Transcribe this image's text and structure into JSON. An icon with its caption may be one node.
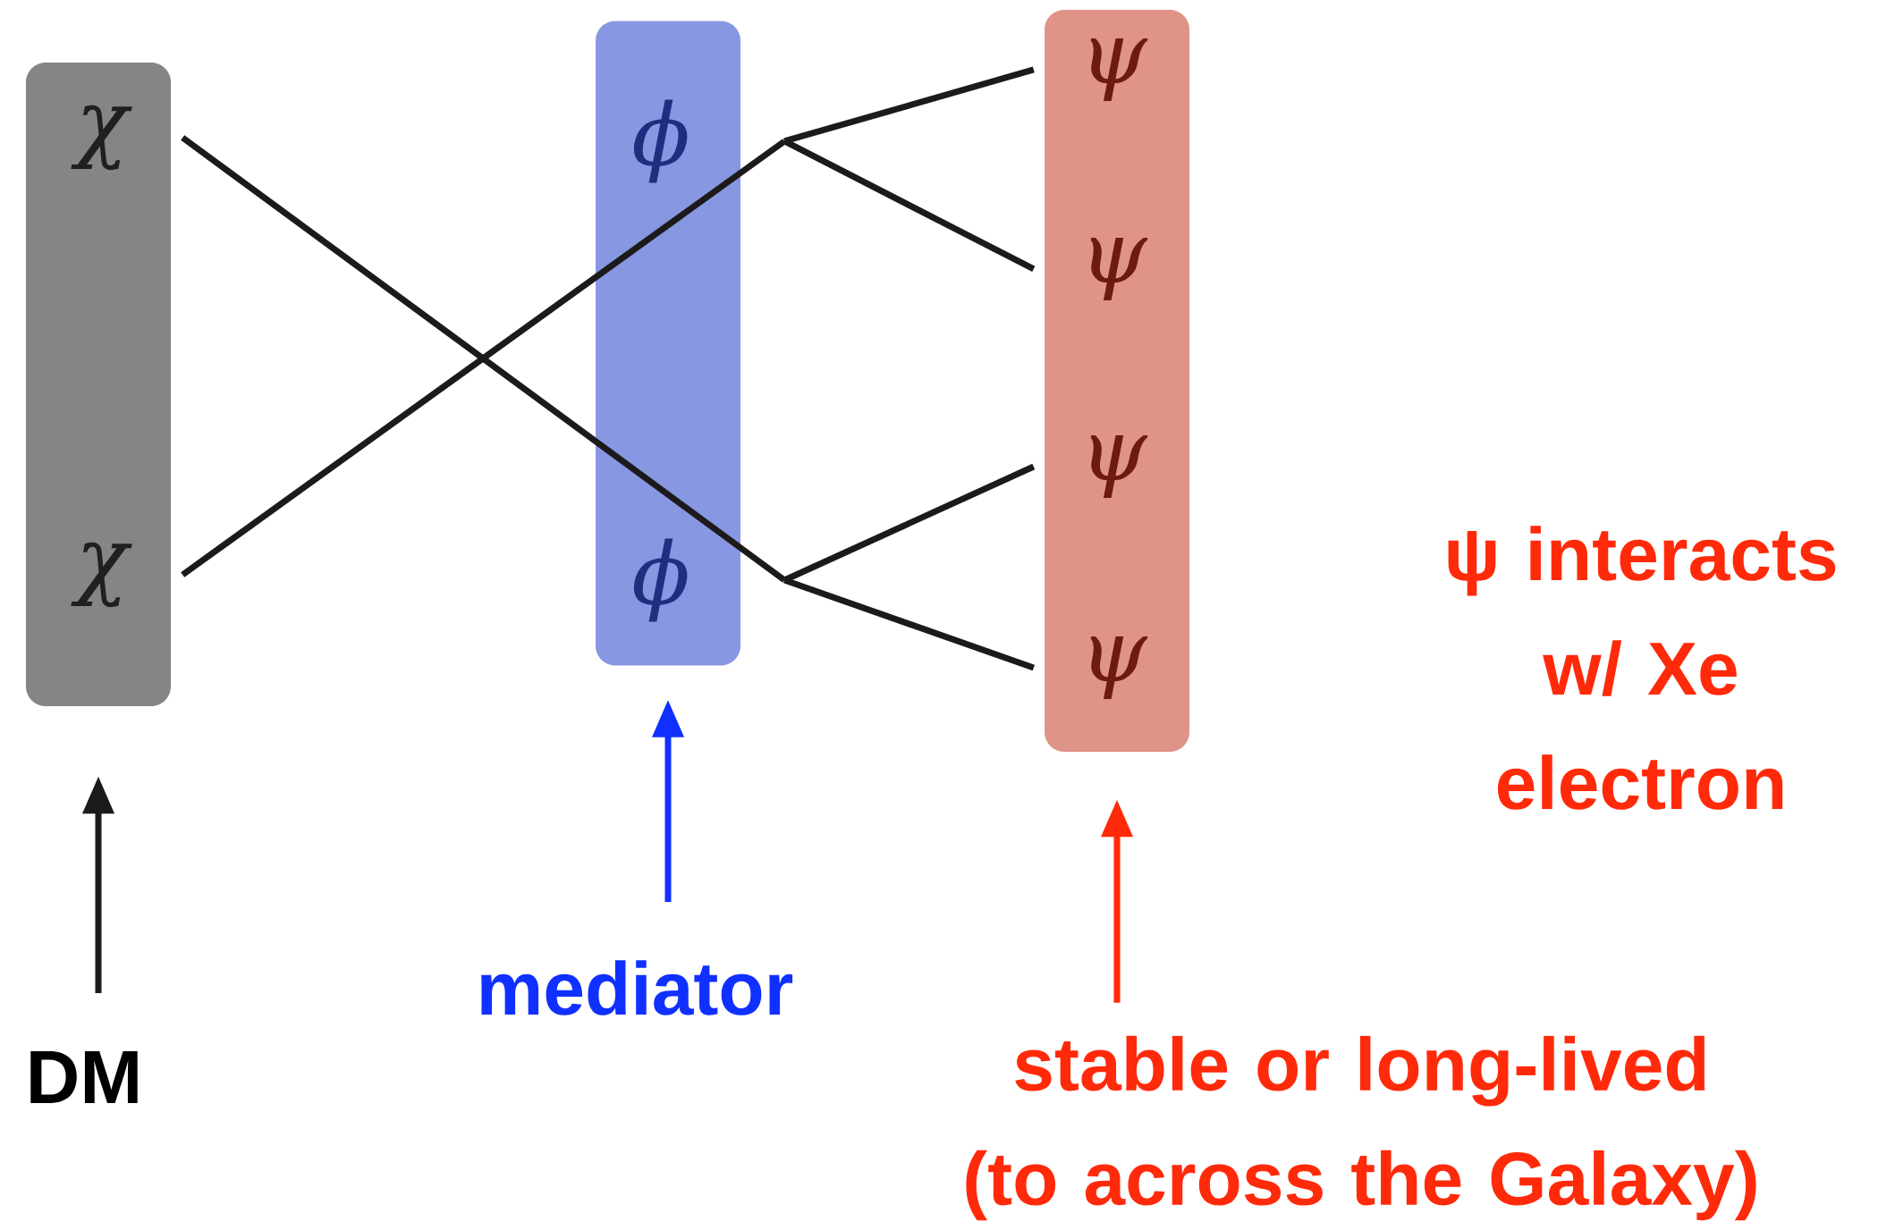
{
  "diagram": {
    "nodes": [
      {
        "text": [],
        "shape": "bar"
      },
      {
        "text": [
          "χ"
        ],
        "in": 0
      },
      {
        "text": [
          "χ"
        ],
        "in": 0
      },
      {
        "text": [],
        "shape": "bar"
      },
      {
        "text": [
          "ϕ"
        ],
        "in": 3
      },
      {
        "text": [
          "ϕ"
        ],
        "in": 3
      },
      {
        "text": [],
        "shape": "bar"
      },
      {
        "text": [
          "ψ"
        ],
        "in": 6
      },
      {
        "text": [
          "ψ"
        ],
        "in": 6
      },
      {
        "text": [
          "ψ"
        ],
        "in": 6
      },
      {
        "text": [
          "ψ"
        ],
        "in": 6
      },
      {
        "text": [
          "DM"
        ]
      },
      {
        "text": [
          "mediator"
        ]
      },
      {
        "text": [
          "stable or long-lived (to across the Galaxy)"
        ]
      }
    ],
    "edges": [
      {
        "from": 1,
        "to": 5,
        "arrow": "none"
      },
      {
        "from": 2,
        "to": 4,
        "arrow": "none"
      },
      {
        "from": 4,
        "to": 7,
        "arrow": "none"
      },
      {
        "from": 4,
        "to": 8,
        "arrow": "none"
      },
      {
        "from": 5,
        "to": 9,
        "arrow": "none"
      },
      {
        "from": 5,
        "to": 10,
        "arrow": "none"
      },
      {
        "from": 11,
        "to": 0,
        "arrow": "to"
      },
      {
        "from": 12,
        "to": 3,
        "arrow": "to",
        "color": "#1030ff"
      },
      {
        "from": 13,
        "to": 6,
        "arrow": "to",
        "color": "#ff2a0a"
      }
    ],
    "labels": [
      "ψ interacts w/ Xe electron"
    ]
  }
}
